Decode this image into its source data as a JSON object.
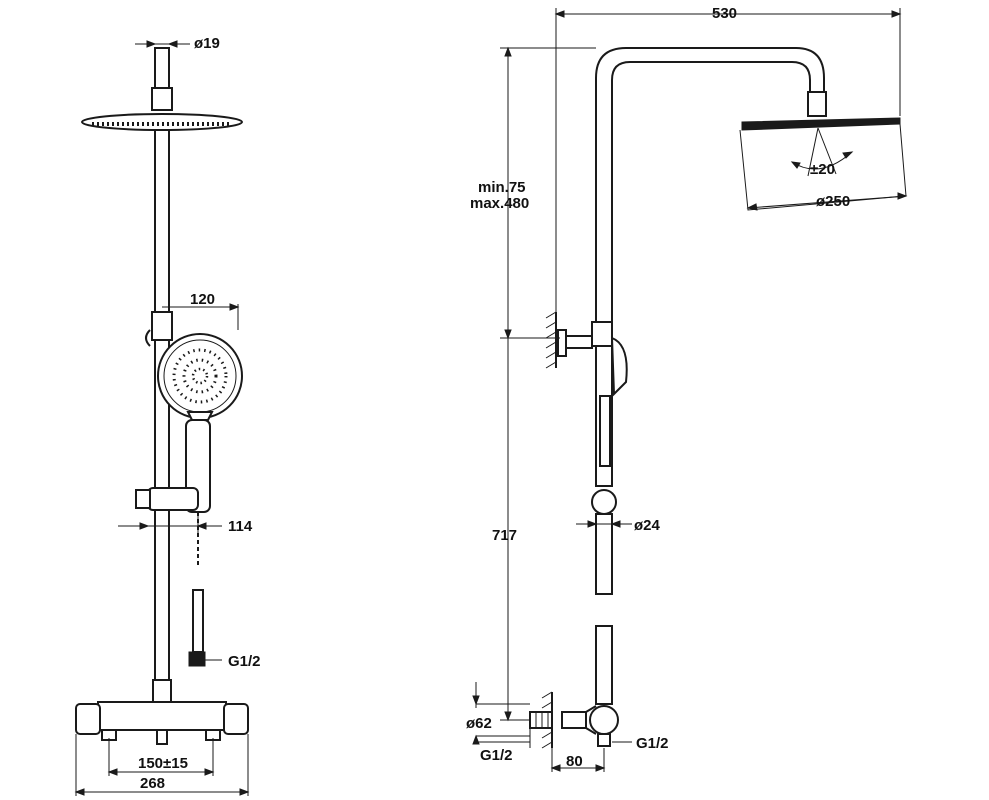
{
  "front_view": {
    "head_pipe_diameter": "ø19",
    "hand_shower_head": "120",
    "slider_offset": "114",
    "hose_connection": "G1/2",
    "inlet_spacing": "150±15",
    "mixer_width": "268"
  },
  "side_view": {
    "arm_length": "530",
    "riser_adjust_min": "min.75",
    "riser_adjust_max": "max.480",
    "head_tilt": "±20",
    "head_diameter": "ø250",
    "riser_height": "717",
    "riser_pipe_diameter": "ø24",
    "eccentric_diameter": "ø62",
    "wall_thread": "G1/2",
    "outlet_thread": "G1/2",
    "wall_offset": "80"
  },
  "colors": {
    "line": "#1a1a1a",
    "background": "#ffffff"
  }
}
